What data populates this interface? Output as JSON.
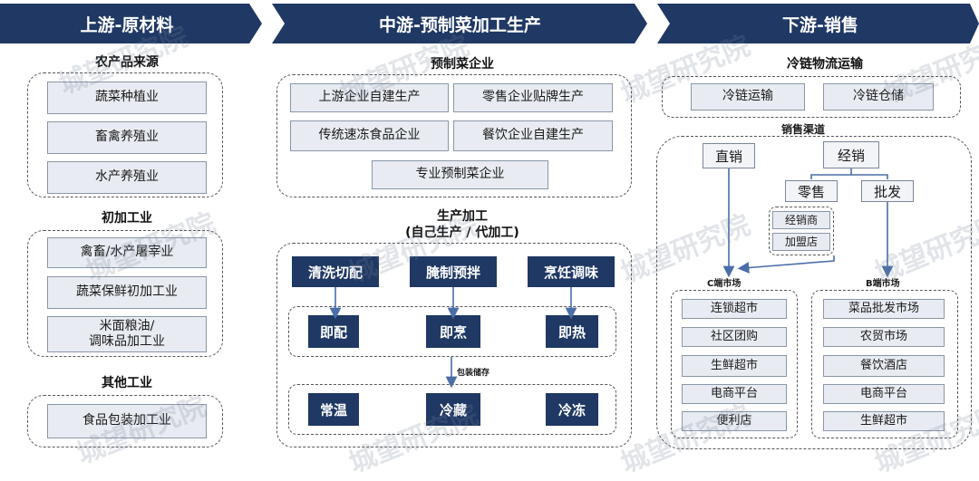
{
  "headers": {
    "upstream": "上游-原材料",
    "midstream": "中游-预制菜加工生产",
    "downstream": "下游-销售"
  },
  "upstream": {
    "agri_title": "农产品来源",
    "agri_items": [
      "蔬菜种植业",
      "畜禽养殖业",
      "水产养殖业"
    ],
    "primary_title": "初加工业",
    "primary_items": [
      "禽畜/水产屠宰业",
      "蔬菜保鲜初加工业",
      "米面粮油/\n调味品加工业"
    ],
    "other_title": "其他工业",
    "other_items": [
      "食品包装加工业"
    ]
  },
  "midstream": {
    "enterprise_title": "预制菜企业",
    "enterprises": [
      "上游企业自建生产",
      "零售企业贴牌生产",
      "传统速冻食品企业",
      "餐饮企业自建生产",
      "专业预制菜企业"
    ],
    "process_title": "生产加工",
    "process_subtitle": "(自己生产 / 代加工)",
    "steps": [
      "清洗切配",
      "腌制预拌",
      "烹饪调味"
    ],
    "products": [
      "即配",
      "即烹",
      "即热"
    ],
    "storage_label": "包装储存",
    "storage": [
      "常温",
      "冷藏",
      "冷冻"
    ]
  },
  "downstream": {
    "cold_title": "冷链物流运输",
    "cold_items": [
      "冷链运输",
      "冷链仓储"
    ],
    "channel_title": "销售渠道",
    "direct": "直销",
    "distribution": "经销",
    "retail": "零售",
    "wholesale": "批发",
    "retail_items": [
      "经销商",
      "加盟店"
    ],
    "c_title": "C端市场",
    "c_items": [
      "连锁超市",
      "社区团购",
      "生鲜超市",
      "电商平台",
      "便利店"
    ],
    "b_title": "B端市场",
    "b_items": [
      "菜品批发市场",
      "农贸市场",
      "餐饮酒店",
      "电商平台",
      "生鲜超市"
    ]
  },
  "watermark": "城望研究院",
  "colors": {
    "header": "#1f3864",
    "box_fill": "#e8ecf2",
    "arrow": "#4a6ea8"
  }
}
